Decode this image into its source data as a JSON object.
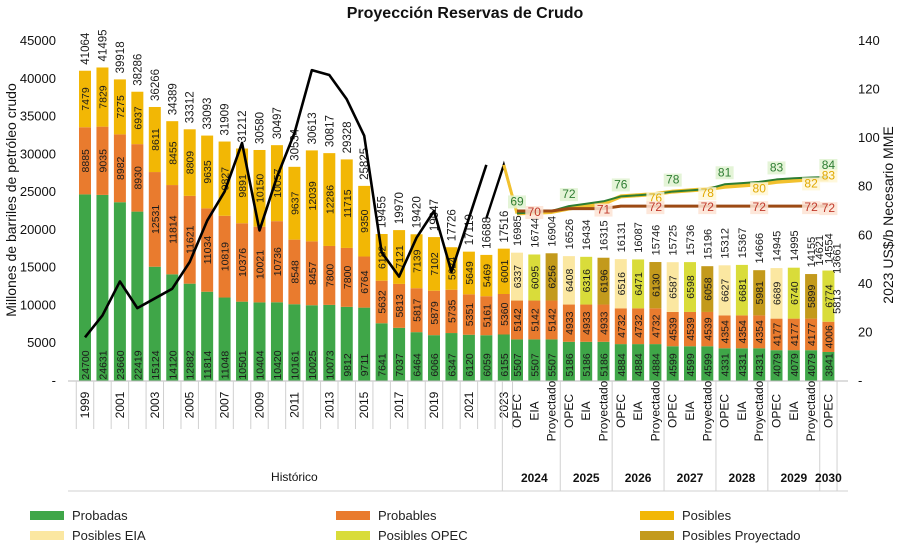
{
  "chart_data": {
    "type": "bar",
    "title": "Proyección Reservas de Crudo",
    "ylabel": "Millones de barriles de petróleo crudo",
    "y2label": "2023 US$/b Necesario MME",
    "ylim": [
      0,
      45000
    ],
    "y2lim": [
      0,
      140
    ],
    "y_ticks": [
      "-",
      "5000",
      "10000",
      "15000",
      "20000",
      "25000",
      "30000",
      "35000",
      "40000",
      "45000"
    ],
    "y2_ticks": [
      "-",
      "20",
      "40",
      "60",
      "80",
      "100",
      "120",
      "140"
    ],
    "historic_label": "Histórico",
    "hist_years": [
      1999,
      2000,
      2001,
      2002,
      2003,
      2004,
      2005,
      2006,
      2007,
      2008,
      2009,
      2010,
      2011,
      2012,
      2013,
      2014,
      2015,
      2016,
      2017,
      2018,
      2019,
      2020,
      2021,
      2022,
      2023
    ],
    "hist_tick_labels": [
      "1999",
      "2001",
      "2003",
      "2005",
      "2007",
      "2009",
      "2011",
      "2013",
      "2015",
      "2017",
      "2019",
      "2021",
      "2023"
    ],
    "probadas": [
      24700,
      24631,
      23660,
      22419,
      15124,
      14120,
      12882,
      11814,
      11048,
      10501,
      10404,
      10420,
      10161,
      10025,
      10073,
      9812,
      9711,
      7641,
      7037,
      6464,
      6066,
      6347,
      6120,
      6059,
      6155
    ],
    "probables": [
      8885,
      9035,
      8982,
      8930,
      12531,
      11814,
      11621,
      11034,
      10819,
      10376,
      10021,
      10736,
      8548,
      8457,
      7800,
      7800,
      6764,
      5632,
      5813,
      5817,
      5879,
      5735,
      5351,
      5161,
      5360
    ],
    "posibles": [
      7479,
      7829,
      7275,
      6937,
      8611,
      8455,
      8809,
      9635,
      9827,
      9891,
      10150,
      10057,
      9637,
      12039,
      12286,
      11715,
      9350,
      6182,
      7121,
      7139,
      7102,
      5624,
      5649,
      5469,
      6001
    ],
    "totals": [
      41064,
      41495,
      39918,
      38286,
      36266,
      34389,
      33312,
      33093,
      31909,
      31212,
      30580,
      30497,
      30534,
      30613,
      30817,
      29328,
      25825,
      19455,
      19970,
      19420,
      19047,
      17726,
      17119,
      16688,
      17516
    ],
    "hist_price": [
      18,
      27,
      41,
      30,
      34,
      38,
      49,
      66,
      78,
      98,
      62,
      84,
      102,
      128,
      126,
      116,
      101,
      53,
      43,
      59,
      70,
      45,
      67,
      89,
      null
    ],
    "projection": {
      "bar_labels": [
        "OPEC",
        "EIA",
        "Proyectado",
        "OPEC",
        "EIA",
        "Proyectado",
        "OPEC",
        "EIA",
        "Proyectado",
        "OPEC",
        "EIA",
        "Proyectado",
        "OPEC",
        "EIA",
        "Proyectado",
        "OPEC",
        "EIA",
        "Proyectado",
        "OPEC"
      ],
      "year_groups": [
        {
          "year": "2024",
          "count": 3
        },
        {
          "year": "2025",
          "count": 3
        },
        {
          "year": "2026",
          "count": 3
        },
        {
          "year": "2027",
          "count": 3
        },
        {
          "year": "2028",
          "count": 3
        },
        {
          "year": "2029",
          "count": 3
        },
        {
          "year": "2030",
          "count": 1
        }
      ],
      "probadas": [
        5507,
        5507,
        5507,
        5186,
        5186,
        5186,
        4884,
        4884,
        4884,
        4599,
        4599,
        4599,
        4331,
        4331,
        4331,
        4079,
        4079,
        4079,
        3841
      ],
      "probables": [
        5142,
        5142,
        5142,
        4933,
        4933,
        4933,
        4732,
        4732,
        4732,
        4539,
        4539,
        4539,
        4354,
        4354,
        4354,
        4177,
        4177,
        4177,
        4006
      ],
      "posibles_top": [
        6337,
        6095,
        6256,
        6408,
        6316,
        6196,
        6516,
        6471,
        6130,
        6587,
        6598,
        6058,
        6627,
        6681,
        5981,
        6689,
        6740,
        5899,
        6774
      ],
      "posibles_kind": [
        "eia",
        "opec",
        "proj",
        "eia",
        "opec",
        "proj",
        "eia",
        "opec",
        "proj",
        "eia",
        "opec",
        "proj",
        "eia",
        "opec",
        "proj",
        "eia",
        "opec",
        "proj",
        "opec"
      ],
      "totals": [
        16985,
        16744,
        16904,
        16526,
        16434,
        16315,
        16131,
        16087,
        15746,
        15725,
        15736,
        15196,
        15312,
        15367,
        14666,
        14945,
        14995,
        14155,
        14554
      ],
      "extra_totals": [
        {
          "after_index": 17,
          "value": "14621"
        },
        {
          "after_index": 18,
          "value": "13661"
        },
        {
          "after_index": 18,
          "value": "5813"
        }
      ],
      "orange_line": [
        70,
        70,
        70,
        71,
        71,
        71,
        72,
        72,
        72,
        72,
        72,
        72,
        72,
        72,
        72,
        72,
        72,
        72,
        72
      ],
      "green_line": [
        69,
        69.5,
        70,
        72,
        73,
        74,
        76,
        76.5,
        77,
        78,
        78.5,
        79,
        81,
        81.5,
        82,
        83,
        83.5,
        83.8,
        84
      ],
      "yellow_line": [
        69,
        69.3,
        69.6,
        71,
        72,
        73,
        76,
        76.5,
        77,
        78,
        78.5,
        79,
        80,
        80.5,
        81,
        82,
        82.5,
        83,
        83
      ],
      "green_labels": [
        {
          "i": 0,
          "v": "69"
        },
        {
          "i": 3,
          "v": "72"
        },
        {
          "i": 6,
          "v": "76"
        },
        {
          "i": 9,
          "v": "78"
        },
        {
          "i": 12,
          "v": "81"
        },
        {
          "i": 15,
          "v": "83"
        },
        {
          "i": 18,
          "v": "84"
        }
      ],
      "yellow_labels": [
        {
          "i": 8,
          "v": "76"
        },
        {
          "i": 11,
          "v": "78"
        },
        {
          "i": 14,
          "v": "80"
        },
        {
          "i": 17,
          "v": "82"
        },
        {
          "i": 18,
          "v": "83"
        }
      ],
      "orange_labels": [
        {
          "i": 1,
          "v": "70"
        },
        {
          "i": 5,
          "v": "71"
        },
        {
          "i": 8,
          "v": "72"
        },
        {
          "i": 11,
          "v": "72"
        },
        {
          "i": 14,
          "v": "72"
        },
        {
          "i": 17,
          "v": "72"
        },
        {
          "i": 18,
          "v": "72"
        }
      ]
    },
    "colors": {
      "probadas": "#3fa648",
      "probables": "#e97b2e",
      "posibles": "#f2b705",
      "posibles_eia": "#fbe7a1",
      "posibles_opec": "#d9dc3a",
      "posibles_proj": "#c39a1c",
      "price_line": "#000000",
      "green_line": "#2e7d32",
      "yellow_line": "#f2c12e",
      "orange_line": "#9c4a14"
    },
    "legend": [
      {
        "label": "Probadas",
        "color": "#3fa648"
      },
      {
        "label": "Probables",
        "color": "#e97b2e"
      },
      {
        "label": "Posibles",
        "color": "#f2b705"
      },
      {
        "label": "Posibles EIA",
        "color": "#fbe7a1"
      },
      {
        "label": "Posibles OPEC",
        "color": "#d9dc3a"
      },
      {
        "label": "Posibles Proyectado",
        "color": "#c39a1c"
      }
    ]
  }
}
